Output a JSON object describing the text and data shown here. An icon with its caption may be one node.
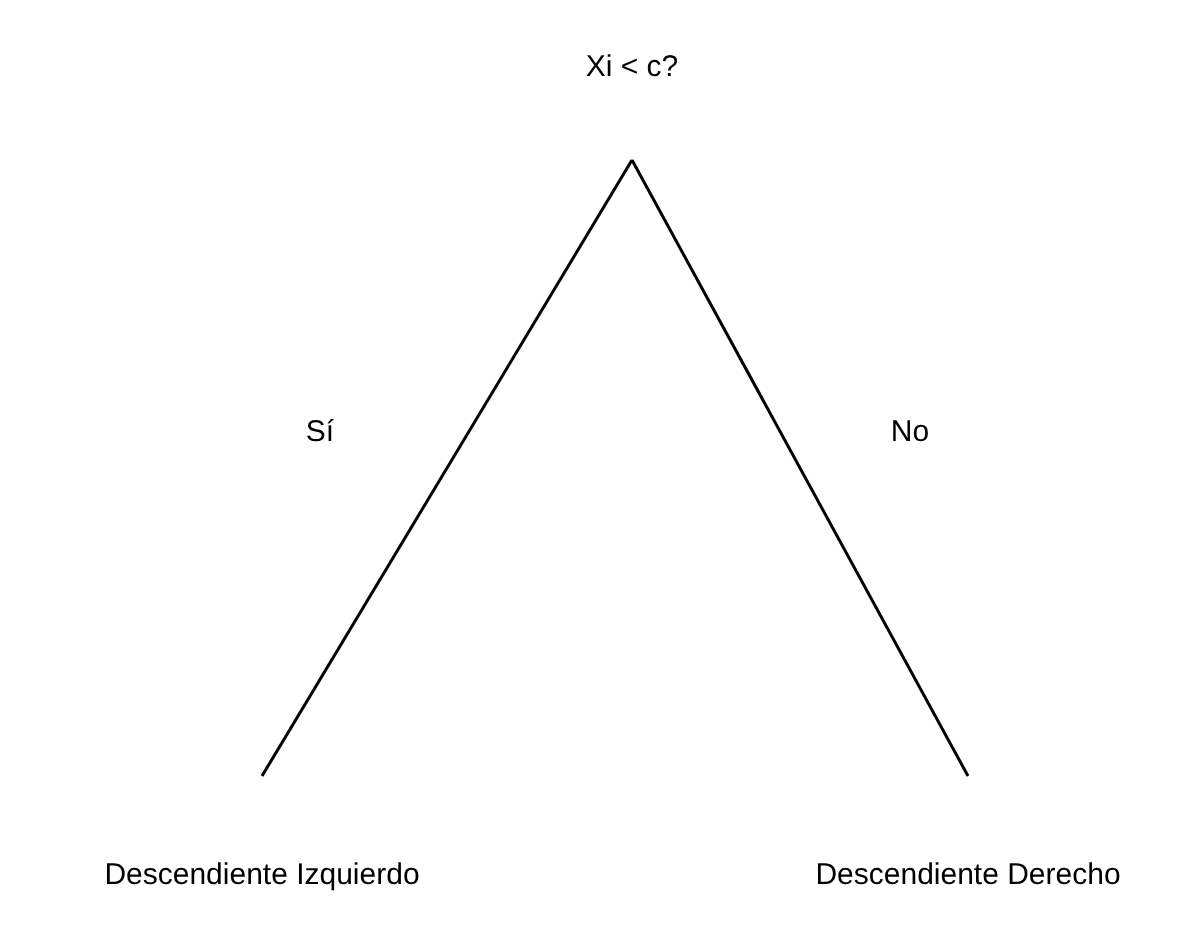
{
  "diagram": {
    "nodes": [
      {
        "text": [
          "Xi < c?"
        ]
      },
      {
        "text": [
          "Descendiente Izquierdo"
        ]
      },
      {
        "text": [
          "Descendiente Derecho"
        ]
      }
    ],
    "edges": [
      {
        "from": 0,
        "to": 1,
        "arrow": "none",
        "label": "Sí"
      },
      {
        "from": 0,
        "to": 2,
        "arrow": "none",
        "label": "No"
      }
    ]
  }
}
